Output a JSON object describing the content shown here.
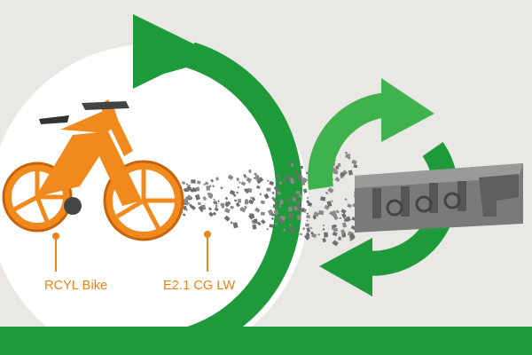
{
  "labels": {
    "bike": "RCYL Bike",
    "granulate": "E2.1 CG LW"
  },
  "icons": [
    "recycling-arrow-icon",
    "refresh-cycle-icon",
    "bicycle-image",
    "granulate-particles",
    "cable-chain-image"
  ],
  "colors": {
    "background": "#e9e8e4",
    "circle": "#ffffff",
    "green": "#1f9a3a",
    "green_light": "#3fb24e",
    "orange": "#f08a1c",
    "orange_dark": "#c9630a",
    "label": "#e8841a",
    "granulate": "#6f6f6f",
    "chain": "#6a6a6a"
  }
}
